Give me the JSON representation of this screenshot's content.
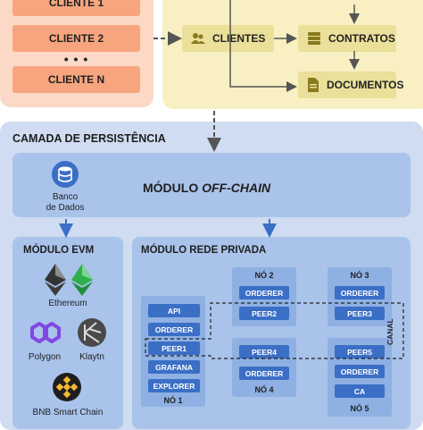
{
  "clients_panel": {
    "items": [
      "CLIENTE 1",
      "CLIENTE 2",
      "• • •",
      "CLIENTE N"
    ]
  },
  "app_panel": {
    "clientes": "CLIENTES",
    "contratos": "CONTRATOS",
    "documentos": "DOCUMENTOS"
  },
  "persistence": {
    "title": "CAMADA DE PERSISTÊNCIA",
    "offchain_prefix": "MÓDULO ",
    "offchain_italic": "OFF-CHAIN",
    "database": "Banco\nde Dados"
  },
  "evm": {
    "title": "MÓDULO EVM",
    "chains": [
      "Ethereum",
      "Polygon",
      "Klaytn",
      "BNB Smart Chain"
    ]
  },
  "private_network": {
    "title": "MÓDULO REDE PRIVADA",
    "canal": "CANAL",
    "node1": {
      "items": [
        "API",
        "ORDERER",
        "PEER1",
        "GRAFANA",
        "EXPLORER"
      ],
      "label": "NÓ 1"
    },
    "node2": {
      "items": [
        "ORDERER",
        "PEER2"
      ],
      "label": "NÓ 2"
    },
    "node3": {
      "items": [
        "ORDERER",
        "PEER3"
      ],
      "label": "NÓ 3"
    },
    "node4": {
      "items": [
        "PEER4",
        "ORDERER"
      ],
      "label": "NÓ 4"
    },
    "node5": {
      "items": [
        "PEER5",
        "ORDERER",
        "CA"
      ],
      "label": "NÓ 5"
    }
  },
  "colors": {
    "client_bg": "#fbd9c6",
    "client_box": "#f7a57e",
    "app_bg": "#f8f0c2",
    "app_box": "#ebe09a",
    "persist_bg": "#cfdcf1",
    "module_bg": "#a9c3eb",
    "node_bg": "#8eb0e2",
    "pill": "#3b6fc6"
  }
}
